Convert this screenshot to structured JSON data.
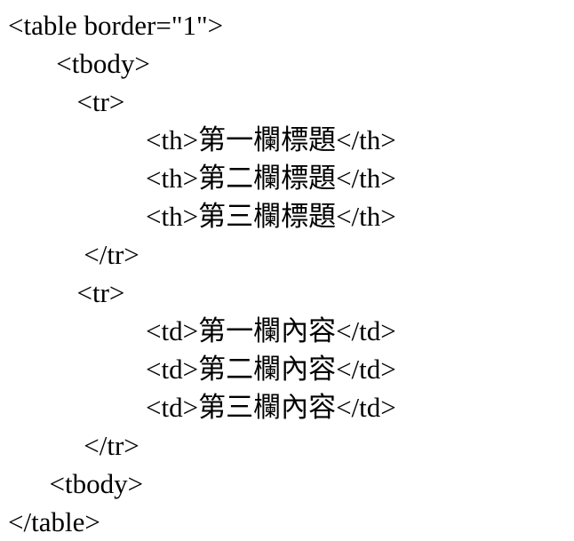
{
  "colors": {
    "background": "#ffffff",
    "text": "#000000"
  },
  "code": {
    "language": "html-source-snippet",
    "lines": [
      "<table border=\"1\">",
      "       <tbody>",
      "          <tr>",
      "                    <th>第一欄標題</th>",
      "                    <th>第二欄標題</th>",
      "                    <th>第三欄標題</th>",
      "           </tr>",
      "          <tr>",
      "                    <td>第一欄內容</td>",
      "                    <td>第二欄內容</td>",
      "                    <td>第三欄內容</td>",
      "           </tr>",
      "      <tbody>",
      "</table>"
    ]
  }
}
